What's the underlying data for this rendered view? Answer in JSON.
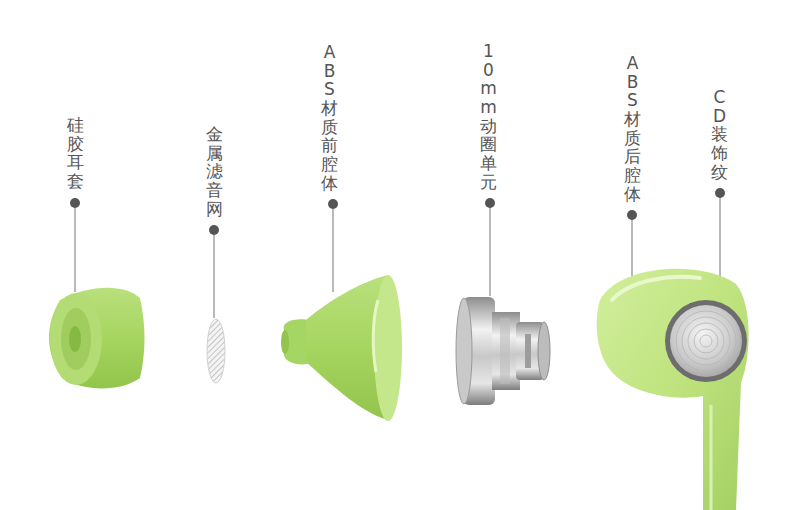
{
  "diagram": {
    "labels": [
      "硅胶耳套",
      "金属滤音网",
      "ABS材质前腔体",
      "10mm动圈单元",
      "ABS材质后腔体",
      "CD装饰纹"
    ]
  }
}
